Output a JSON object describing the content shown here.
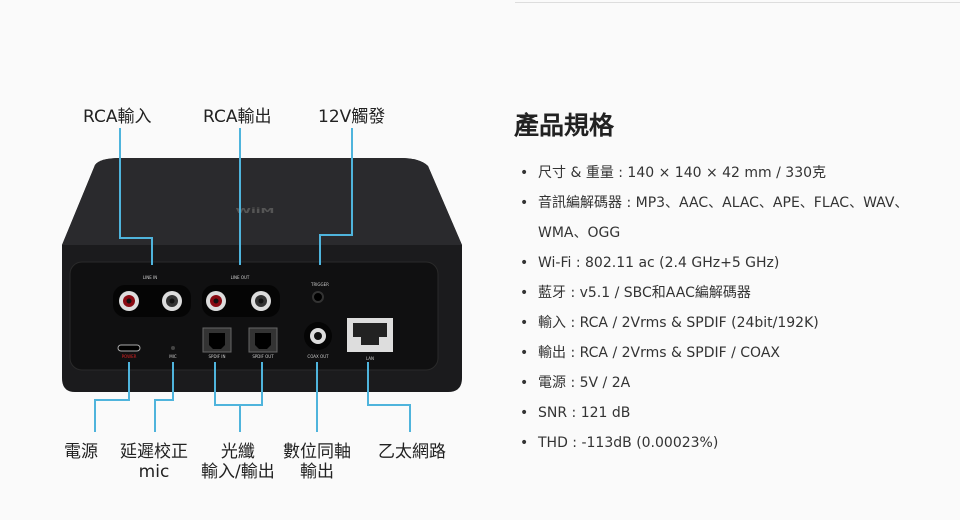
{
  "top_labels": {
    "rca_in": "RCA輸入",
    "rca_out": "RCA輸出",
    "trigger": "12V觸發"
  },
  "bottom_labels": {
    "power": "電源",
    "mic_line1": "延遲校正",
    "mic_line2": "mic",
    "optical_line1": "光纖",
    "optical_line2": "輸入/輸出",
    "coax_line1": "數位同軸",
    "coax_line2": "輸出",
    "ethernet": "乙太網路"
  },
  "port_labels": {
    "line_in": "LINE IN",
    "line_out": "LINE OUT",
    "trigger": "TRIGGER",
    "power": "POWER",
    "mic": "MIC",
    "spdif_in": "SPDIF IN",
    "spdif_out": "SPDIF OUT",
    "coax_out": "COAX OUT",
    "lan": "LAN"
  },
  "brand": "WiiM",
  "specs": {
    "title": "產品規格",
    "items": [
      "尺寸 & 重量 : 140 × 140 × 42 mm / 330克",
      " 音訊編解碼器 : MP3、AAC、ALAC、APE、FLAC、WAV、WMA、OGG",
      "Wi-Fi : 802.11 ac (2.4 GHz+5 GHz)",
      "藍牙 : v5.1 / SBC和AAC編解碼器",
      "輸入 : RCA / 2Vrms & SPDIF (24bit/192K)",
      "輸出 : RCA / 2Vrms & SPDIF / COAX",
      "電源 : 5V / 2A",
      "SNR : 121 dB",
      "THD : -113dB (0.00023%)"
    ]
  },
  "colors": {
    "callout": "#4fb4dc",
    "device": "#1a1a1a"
  }
}
